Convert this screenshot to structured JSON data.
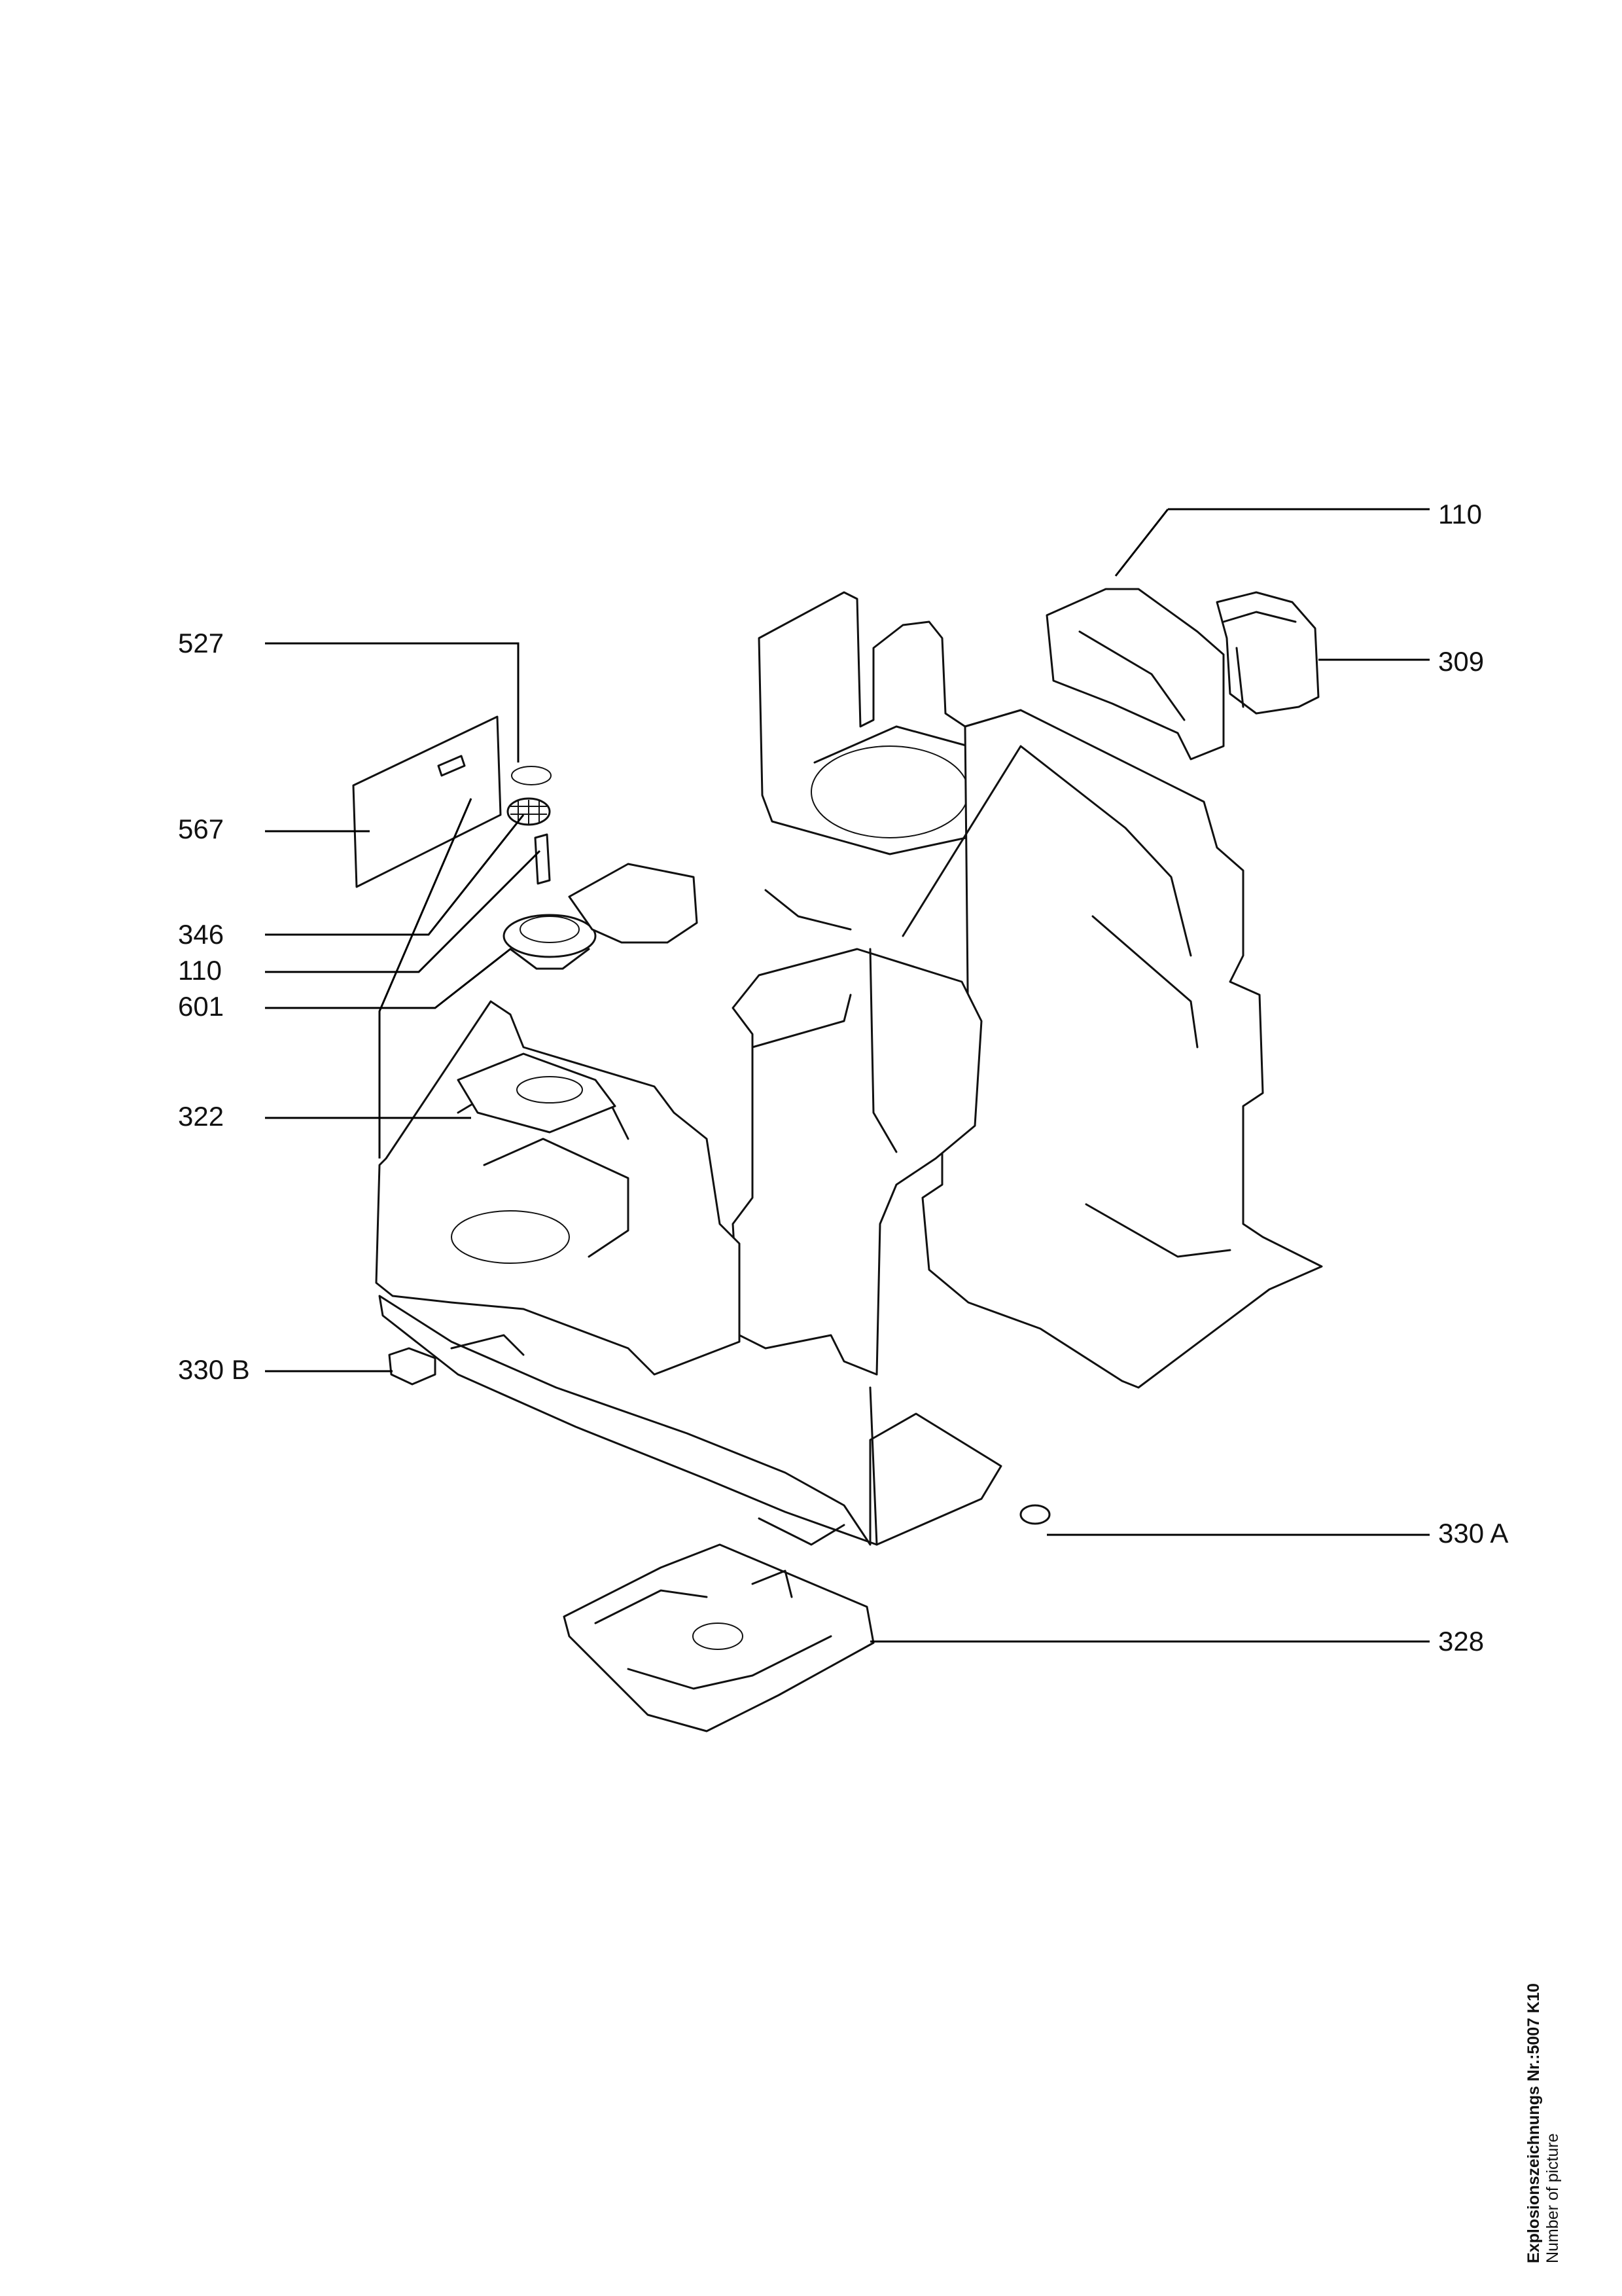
{
  "callouts": [
    {
      "id": "c110a",
      "text": "110"
    },
    {
      "id": "c527",
      "text": "527"
    },
    {
      "id": "c309",
      "text": "309"
    },
    {
      "id": "c567",
      "text": "567"
    },
    {
      "id": "c346",
      "text": "346"
    },
    {
      "id": "c110b",
      "text": "110"
    },
    {
      "id": "c601",
      "text": "601"
    },
    {
      "id": "c322",
      "text": "322"
    },
    {
      "id": "c330b",
      "text": "330 B"
    },
    {
      "id": "c330a",
      "text": "330 A"
    },
    {
      "id": "c328",
      "text": "328"
    }
  ],
  "footer": {
    "line1": "Explosionszeichnungs Nr.:5007 K10",
    "line2": "Number of picture"
  }
}
